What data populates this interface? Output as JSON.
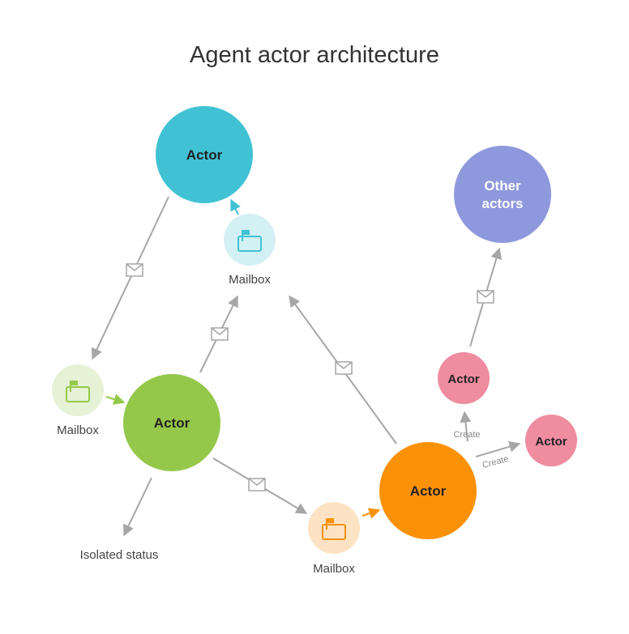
{
  "title": "Agent actor architecture",
  "nodes": {
    "actor_top": "Actor",
    "actor_green": "Actor",
    "actor_orange": "Actor",
    "actor_pink_top": "Actor",
    "actor_pink_right": "Actor",
    "other_line1": "Other",
    "other_line2": "actors"
  },
  "mailboxes": {
    "cyan": "Mailbox",
    "green": "Mailbox",
    "orange": "Mailbox"
  },
  "labels": {
    "isolated_status": "Isolated status",
    "create_up": "Create",
    "create_right": "Create"
  },
  "colors": {
    "cyan": "#40c2d4",
    "cyan_light": "#d3f0f4",
    "green": "#95c84a",
    "green_light": "#e6f2d6",
    "orange": "#fb9106",
    "orange_light": "#fde2c4",
    "purple": "#8e98dc",
    "pink": "#ef8ca0",
    "gray": "#a6a6a6"
  }
}
